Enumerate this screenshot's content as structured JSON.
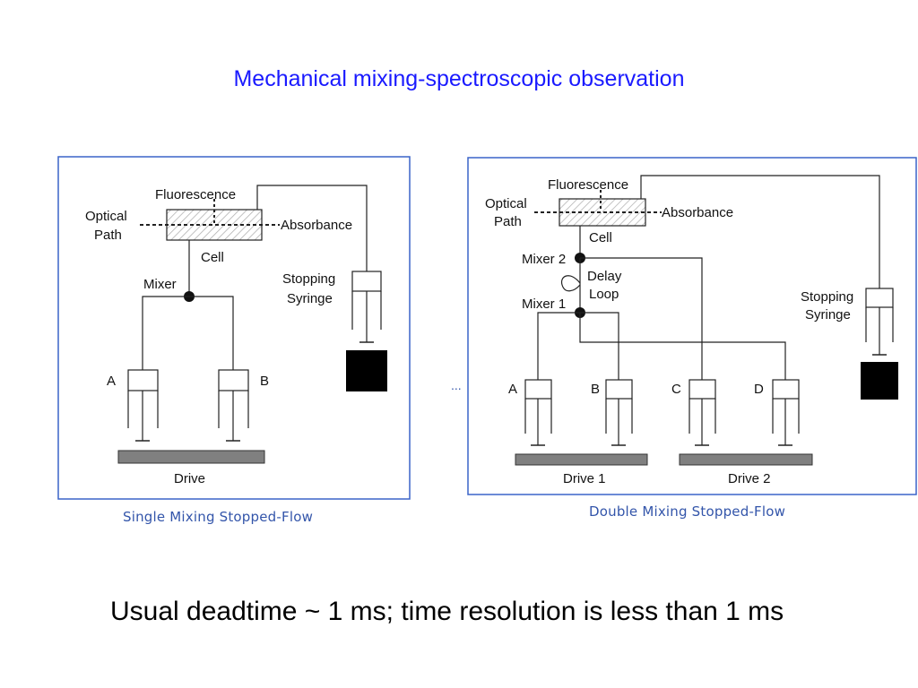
{
  "title": "Mechanical mixing-spectroscopic observation",
  "single": {
    "caption": "Single Mixing Stopped-Flow",
    "labels": {
      "fluorescence": "Fluorescence",
      "optical_path_line1": "Optical",
      "optical_path_line2": "Path",
      "absorbance": "Absorbance",
      "cell": "Cell",
      "mixer": "Mixer",
      "stopping_line1": "Stopping",
      "stopping_line2": "Syringe",
      "syringe_a": "A",
      "syringe_b": "B",
      "drive": "Drive"
    }
  },
  "double": {
    "caption": "Double Mixing Stopped-Flow",
    "labels": {
      "fluorescence": "Fluorescence",
      "optical_path_line1": "Optical",
      "optical_path_line2": "Path",
      "absorbance": "Absorbance",
      "cell": "Cell",
      "mixer2": "Mixer 2",
      "delay_line1": "Delay",
      "delay_line2": "Loop",
      "mixer1": "Mixer 1",
      "stopping_line1": "Stopping",
      "stopping_line2": "Syringe",
      "syringe_a": "A",
      "syringe_b": "B",
      "syringe_c": "C",
      "syringe_d": "D",
      "drive1": "Drive 1",
      "drive2": "Drive 2"
    }
  },
  "ellipsis": "...",
  "footer": "Usual deadtime ~ 1 ms; time resolution is less than 1 ms",
  "colors": {
    "title": "#1a1aff",
    "caption": "#3355aa",
    "panel_border": "#3a63c8",
    "drive_bar": "#808080"
  }
}
